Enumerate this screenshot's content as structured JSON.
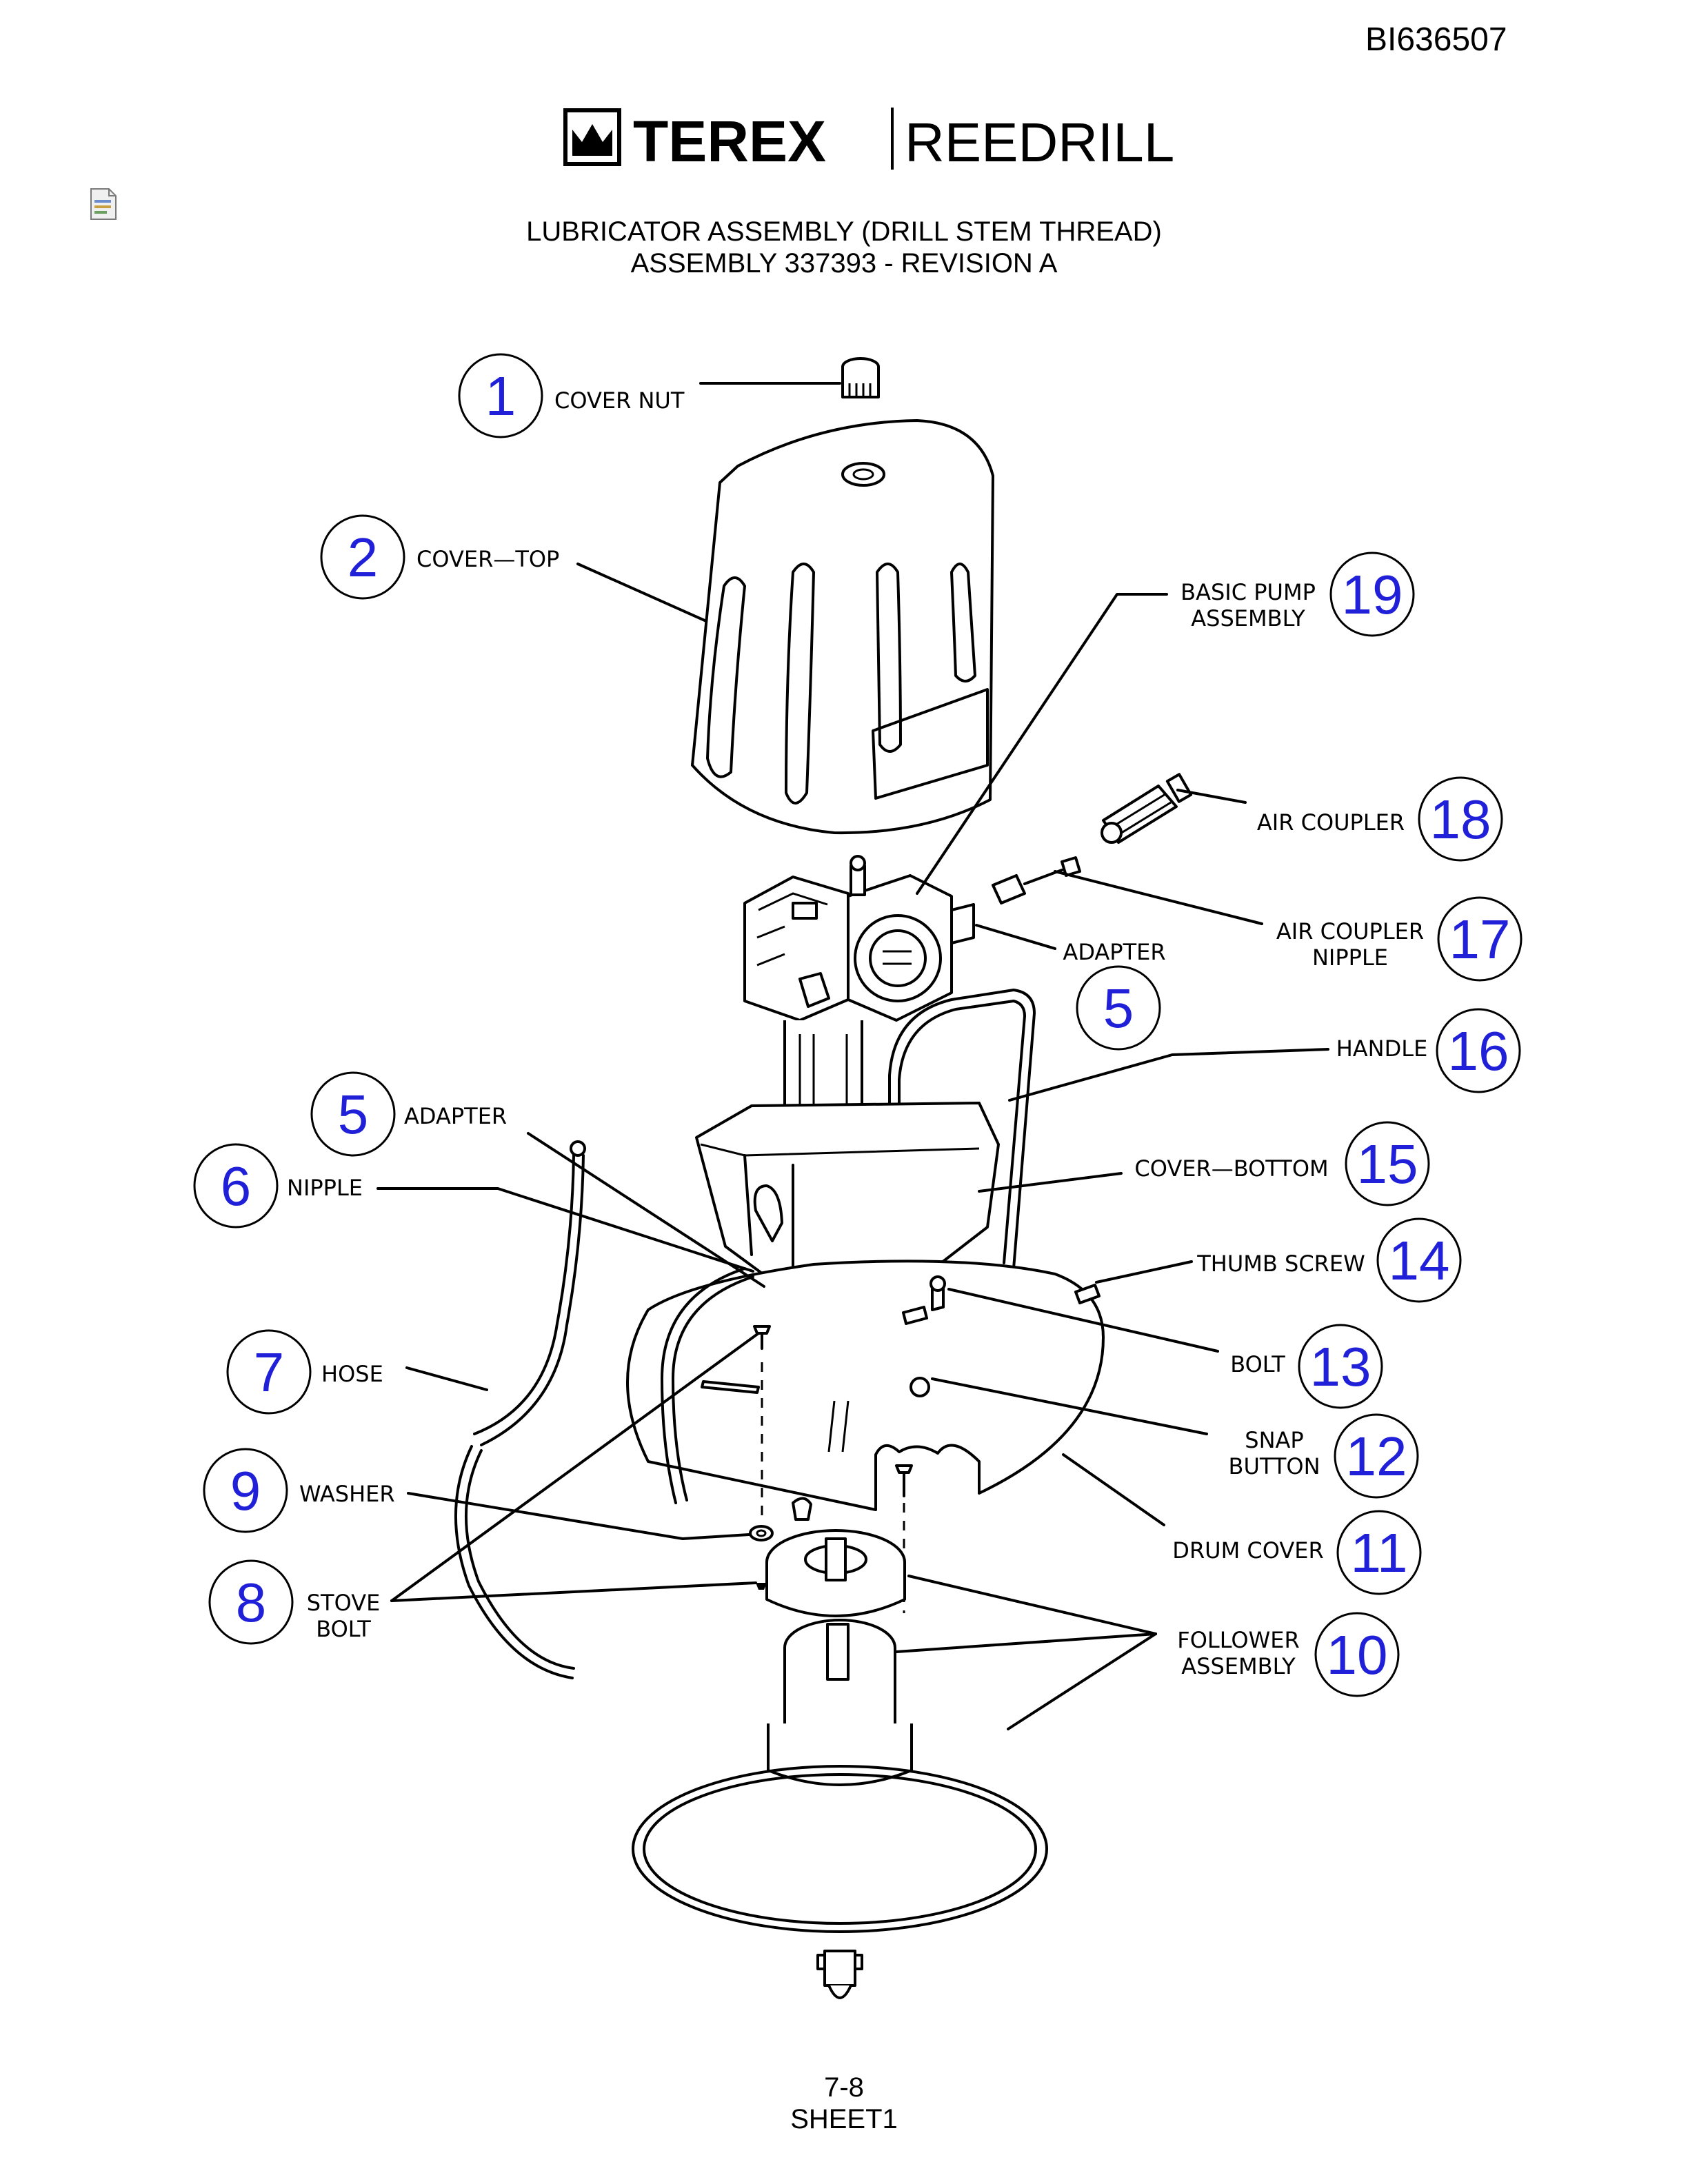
{
  "header": {
    "doc_id": "BI636507",
    "brand_left": "TEREX",
    "brand_right": "REEDRILL"
  },
  "title": {
    "line1": "LUBRICATOR ASSEMBLY (DRILL STEM THREAD)",
    "line2": "ASSEMBLY 337393 - REVISION A"
  },
  "parts": [
    {
      "num": "1",
      "label": "COVER NUT"
    },
    {
      "num": "2",
      "label": "COVER—TOP"
    },
    {
      "num": "19",
      "label": "BASIC PUMP",
      "label2": "ASSEMBLY"
    },
    {
      "num": "18",
      "label": "AIR COUPLER"
    },
    {
      "num": "17",
      "label": "AIR COUPLER",
      "label2": "NIPPLE"
    },
    {
      "num": "5",
      "label": "ADAPTER"
    },
    {
      "num": "16",
      "label": "HANDLE"
    },
    {
      "num": "5",
      "label": "ADAPTER"
    },
    {
      "num": "6",
      "label": "NIPPLE"
    },
    {
      "num": "15",
      "label": "COVER—BOTTOM"
    },
    {
      "num": "14",
      "label": "THUMB SCREW"
    },
    {
      "num": "13",
      "label": "BOLT"
    },
    {
      "num": "7",
      "label": "HOSE"
    },
    {
      "num": "12",
      "label": "SNAP",
      "label2": "BUTTON"
    },
    {
      "num": "9",
      "label": "WASHER"
    },
    {
      "num": "11",
      "label": "DRUM COVER"
    },
    {
      "num": "8",
      "label": "STOVE",
      "label2": "BOLT"
    },
    {
      "num": "10",
      "label": "FOLLOWER",
      "label2": "ASSEMBLY"
    }
  ],
  "footer": {
    "page": "7-8",
    "sheet": "SHEET1"
  }
}
